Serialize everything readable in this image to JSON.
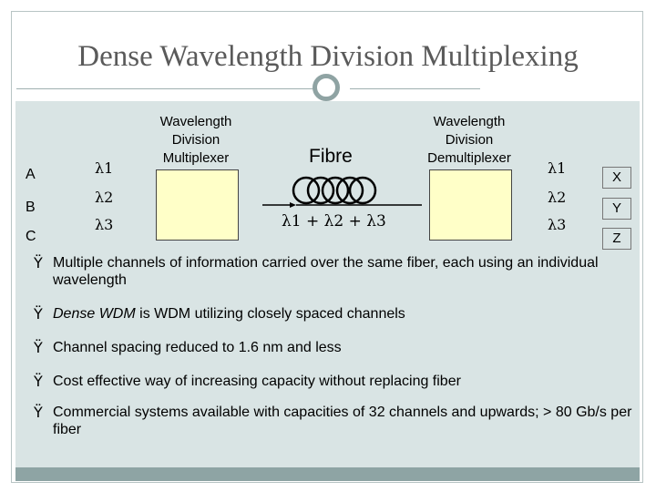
{
  "slide": {
    "title": "Dense Wavelength Division Multiplexing"
  },
  "diagram": {
    "inputs": [
      "A",
      "B",
      "C"
    ],
    "input_wavelengths": [
      "λ1",
      "λ2",
      "λ3"
    ],
    "mux_label": "Wavelength Division Multiplexer",
    "fibre_label": "Fibre",
    "combined_label": "λ1 + λ2 + λ3",
    "demux_label": "Wavelength Division Demultiplexer",
    "output_wavelengths": [
      "λ1",
      "λ2",
      "λ3"
    ],
    "outputs": [
      "X",
      "Y",
      "Z"
    ]
  },
  "bullets": [
    {
      "marker": "Ÿ",
      "emph": "",
      "text": "Multiple channels of information carried over the same fiber, each using an individual wavelength"
    },
    {
      "marker": "Ÿ",
      "emph": "Dense WDM",
      "text": " is WDM utilizing closely spaced channels"
    },
    {
      "marker": "Ÿ",
      "emph": "",
      "text": "Channel spacing reduced to 1.6 nm and less"
    },
    {
      "marker": "Ÿ",
      "emph": "",
      "text": "Cost effective way of increasing capacity without replacing fiber"
    },
    {
      "marker": "Ÿ",
      "emph": "",
      "text": "Commercial systems available with capacities of 32 channels and upwards; > 80 Gb/s per fiber"
    }
  ]
}
